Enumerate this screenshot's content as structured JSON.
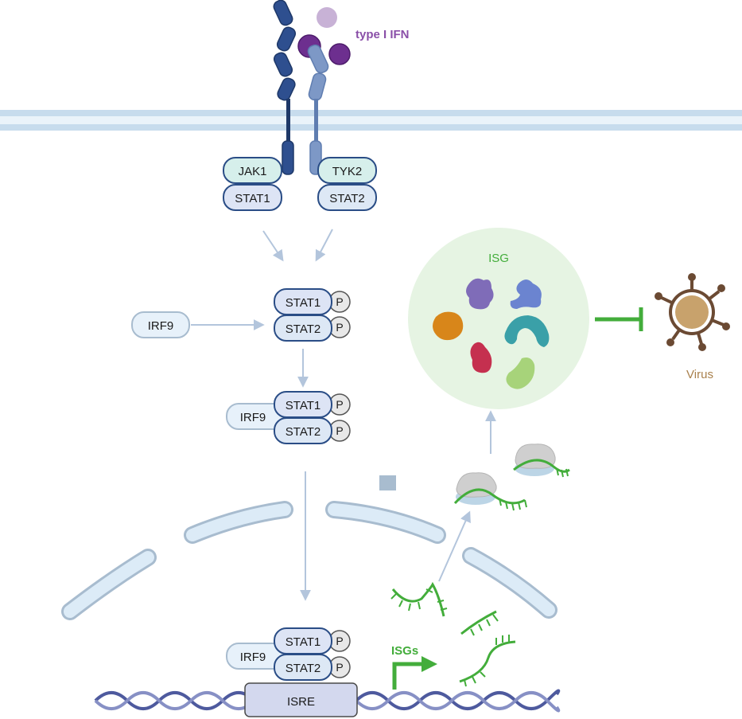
{
  "ligand_label": "type I IFN",
  "jak1_label": "JAK1",
  "tyk2_label": "TYK2",
  "stat1_label": "STAT1",
  "stat2_label": "STAT2",
  "irf9_label": "IRF9",
  "phospho_label": "P",
  "isg_label": "ISG",
  "virus_label": "Virus",
  "isgs_label": "ISGs",
  "isre_label": "ISRE",
  "colors": {
    "ifn_purple": "#8a4fa8",
    "isg_green": "#43ad3b",
    "virus_brown": "#a9804c",
    "receptor_dark": "#2e4f8f",
    "receptor_light": "#7d98c6",
    "membrane": "#c7dced",
    "arrow": "#b3c5dc"
  }
}
